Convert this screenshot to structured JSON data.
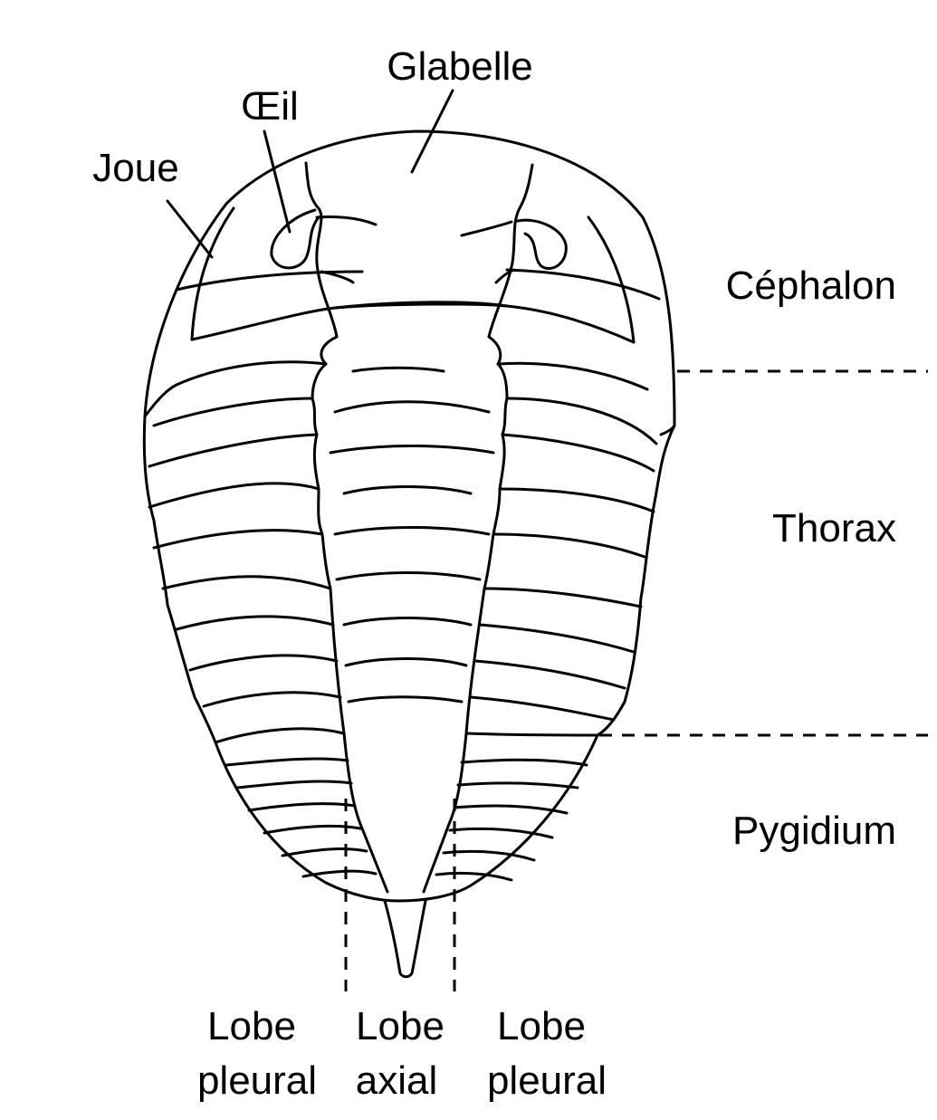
{
  "labels": {
    "glabelle": "Glabelle",
    "oeil": "Œil",
    "joue": "Joue",
    "cephalon": "Céphalon",
    "thorax": "Thorax",
    "pygidium": "Pygidium",
    "lobe_left_1": "Lobe",
    "lobe_left_2": "pleural",
    "lobe_mid_1": "Lobe",
    "lobe_mid_2": "axial",
    "lobe_right_1": "Lobe",
    "lobe_right_2": "pleural"
  },
  "style": {
    "line_color": "#000000",
    "background": "#ffffff"
  }
}
